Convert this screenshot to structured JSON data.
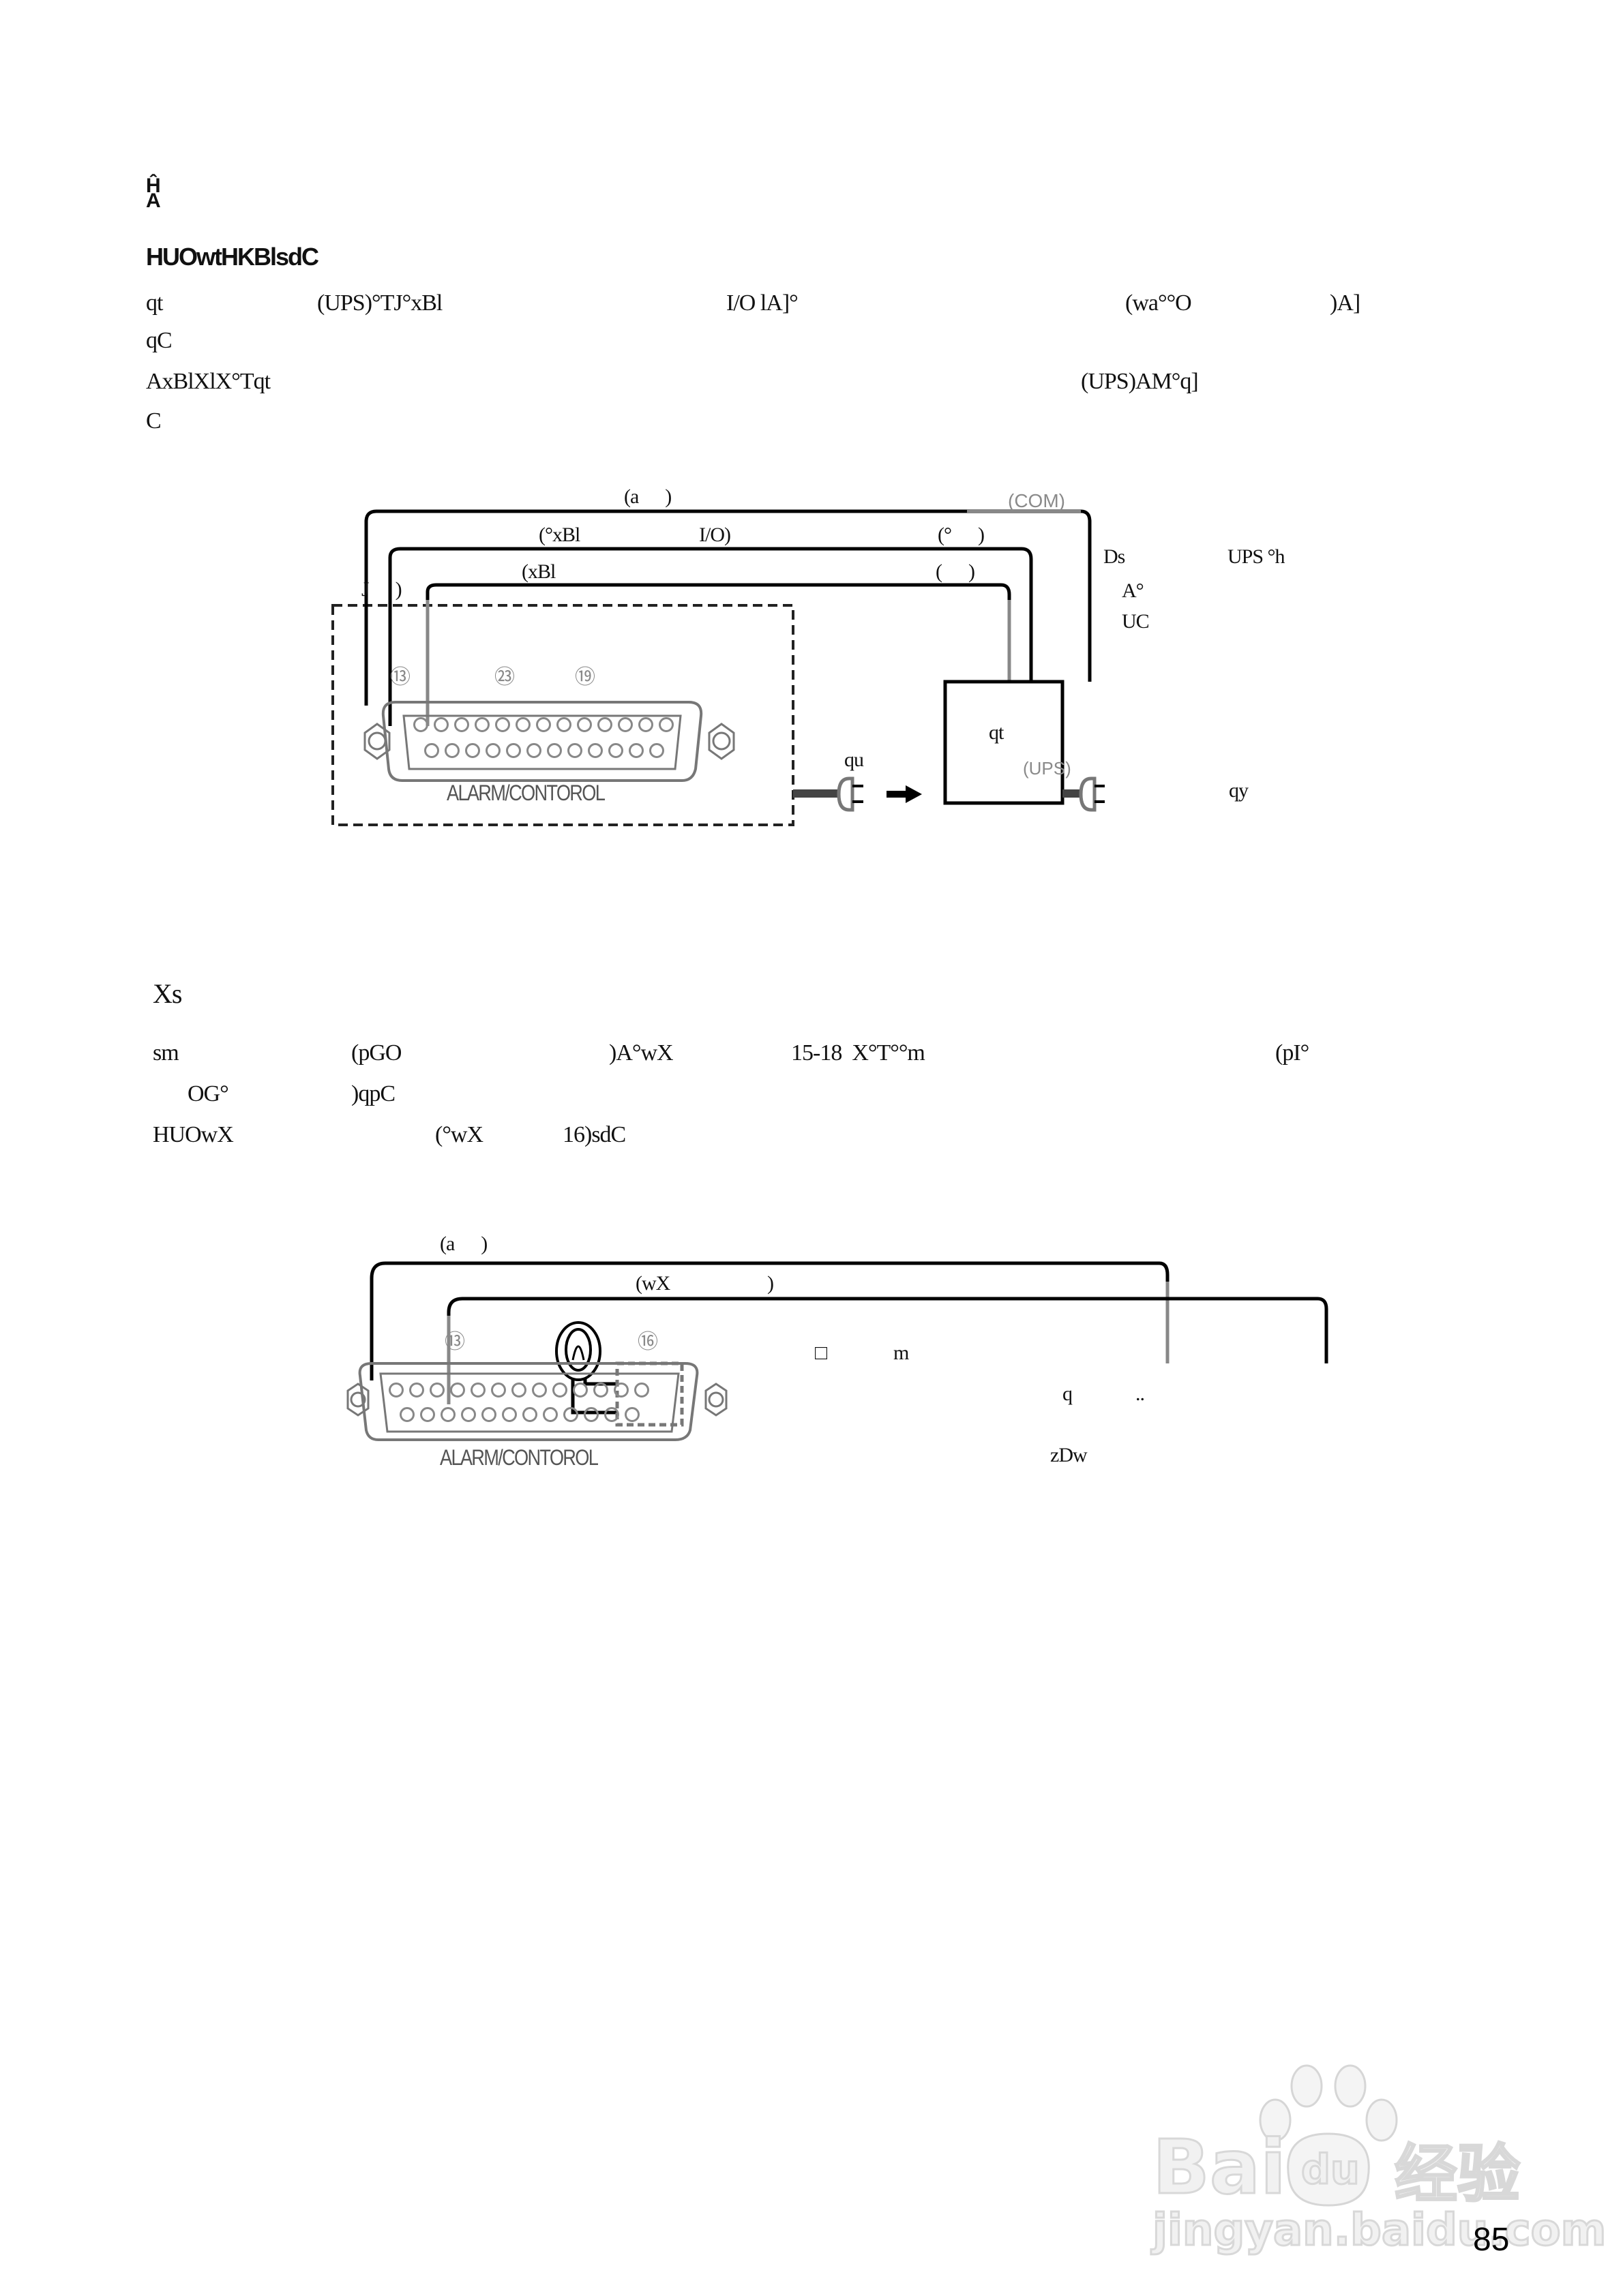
{
  "section1": {
    "title": "Ĥ\nA",
    "subtitle": "HUOwtHKBlsdC",
    "paragraph_lines": [
      {
        "parts": [
          "qt",
          "(UPS)°TJ°xBl",
          "I/O lA]°",
          "(wa°°O",
          ")A]"
        ]
      },
      {
        "parts": [
          "qC"
        ]
      },
      {
        "parts": [
          "AxBlXlX°Tqt",
          "(UPS)AM°q]"
        ]
      },
      {
        "parts": [
          "C"
        ]
      }
    ]
  },
  "diagram1": {
    "wire_labels": {
      "top": "(a      )",
      "com": "(COM)",
      "middle_left": "(°xBl",
      "middle_io": "I/O)",
      "middle_right": "(°      )",
      "lower_left": "(xBl",
      "lower_mid": "",
      "lower_right": "(      )",
      "device_label": "J      )"
    },
    "pins": [
      "⑬",
      "㉓",
      "⑲"
    ],
    "connector_caption": "ALARM/CONTOROL",
    "plug_in_label": "qu",
    "ups_box": {
      "label": "qt",
      "sub_label": "(UPS)"
    },
    "plug_out_label": "qy",
    "note_lines": [
      "Ds",
      "UPS °h",
      "A°",
      "UC"
    ]
  },
  "section2": {
    "title": "Xs",
    "paragraph_lines": [
      {
        "parts": [
          "sm",
          "(pGO",
          ")A°wX",
          "15-18  X°T°°m",
          "(pI°"
        ]
      },
      {
        "parts": [
          "OG°",
          ")qpC"
        ]
      },
      {
        "parts": [
          "HUOwX",
          "(°wX",
          "16)sdC"
        ]
      }
    ]
  },
  "diagram2": {
    "wire_labels": {
      "top": "(a      )",
      "inner": "(wX"
    },
    "pins": [
      "⑬",
      "⑯"
    ],
    "connector_caption": "ALARM/CONTOROL",
    "lamp_label_left": "",
    "lamp_label_right": "m",
    "box_label_left": "q",
    "box_label_right": "..",
    "box_caption": "zDw"
  },
  "watermark": {
    "brand": "Bai",
    "paw_text": "du",
    "cn": "经验",
    "url": "jingyan.baidu.com"
  },
  "footer": {
    "page_number": "85"
  }
}
